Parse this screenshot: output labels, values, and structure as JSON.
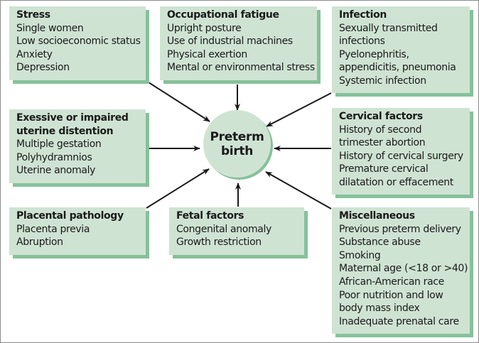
{
  "center": {
    "label_line1": "Preterm",
    "label_line2": "birth"
  },
  "boxes": {
    "stress": {
      "title": "Stress",
      "items": [
        "Single women",
        "Low socioeconomic status",
        "Anxiety",
        "Depression"
      ]
    },
    "occupational": {
      "title": "Occupational fatigue",
      "items": [
        "Upright posture",
        "Use of industrial machines",
        "Physical exertion",
        "Mental or environmental stress"
      ]
    },
    "infection": {
      "title": "Infection",
      "items": [
        "Sexually transmitted",
        "infections",
        "Pyelonephritis,",
        "appendicitis, pneumonia",
        "Systemic infection"
      ]
    },
    "uterine": {
      "title_line1": "Exessive or impaired",
      "title_line2": "uterine distention",
      "items": [
        "Multiple gestation",
        "Polyhydramnios",
        "Uterine anomaly"
      ]
    },
    "cervical": {
      "title": "Cervical factors",
      "items": [
        "History of second",
        "trimester abortion",
        "History of cervical surgery",
        "Premature cervical",
        "dilatation or effacement"
      ]
    },
    "placental": {
      "title": "Placental pathology",
      "items": [
        "Placenta previa",
        "Abruption"
      ]
    },
    "fetal": {
      "title": "Fetal factors",
      "items": [
        "Congenital anomaly",
        "Growth restriction"
      ]
    },
    "misc": {
      "title": "Miscellaneous",
      "items": [
        "Previous preterm delivery",
        "Substance abuse",
        "Smoking",
        "Maternal age (<18 or >40)",
        "African-American race",
        "Poor nutrition and low",
        "body mass index",
        "Inadequate prenatal care"
      ]
    }
  },
  "colors": {
    "box_fill": "#cfe3d3",
    "box_shadow": "#86c19b",
    "arrow": "#1a1a1a"
  }
}
